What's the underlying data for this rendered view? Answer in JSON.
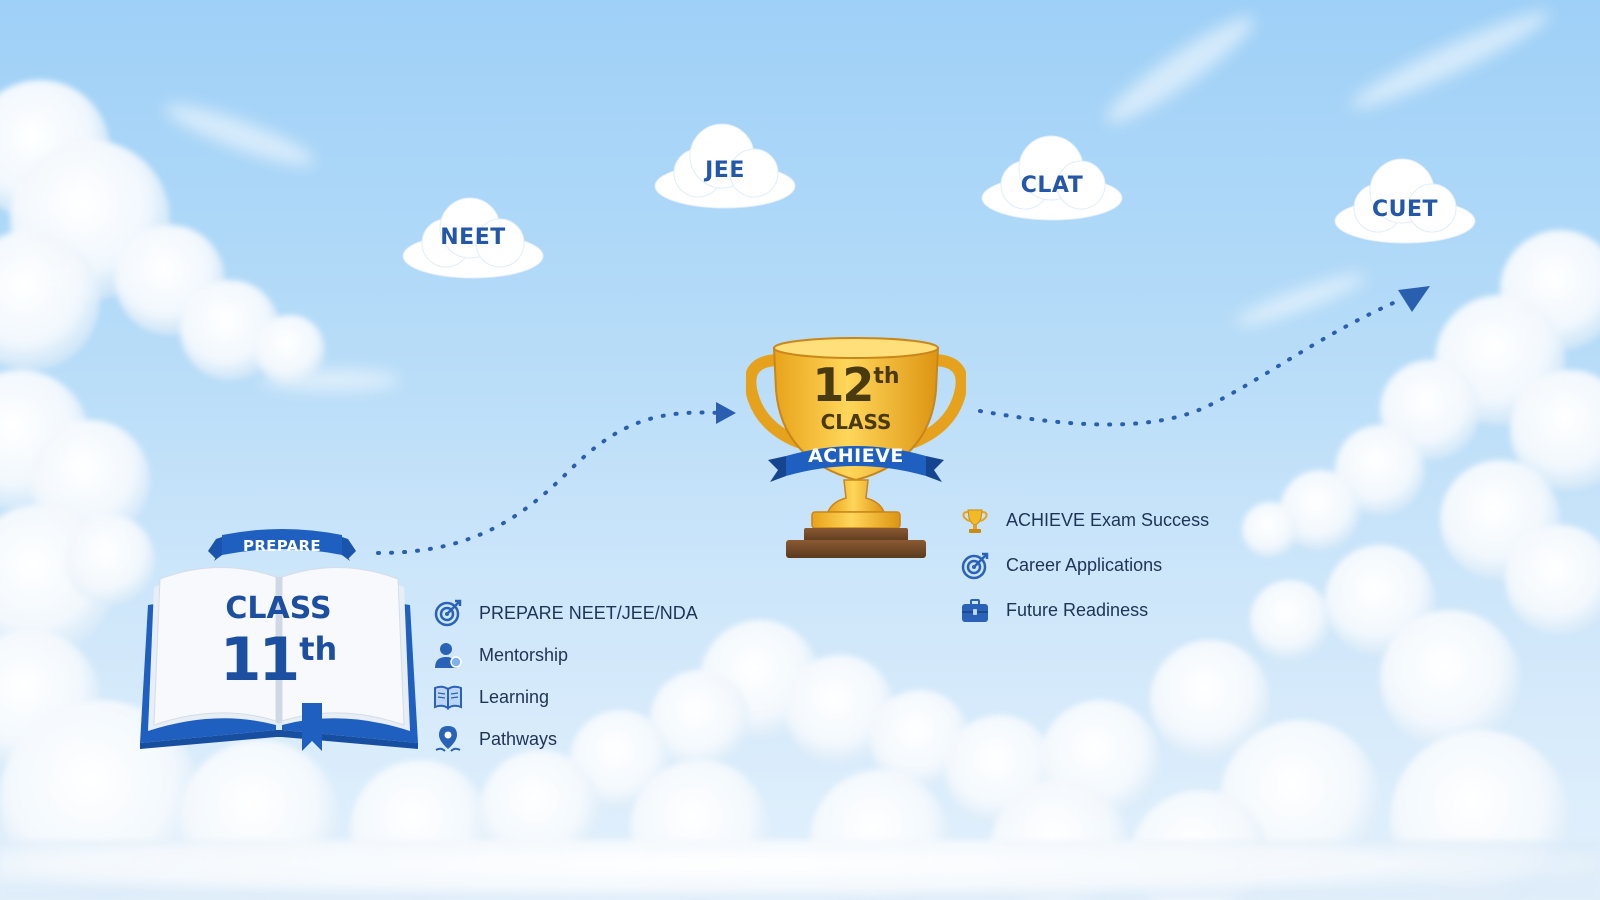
{
  "colors": {
    "brand_blue": "#2457a8",
    "dark_blue": "#1d4fa0",
    "gold": "#f2b928",
    "sky_top": "#9fd0f7",
    "sky_bottom": "#e4f1fc",
    "text": "#1f3357"
  },
  "exam_clouds": [
    "NEET",
    "JEE",
    "CLAT",
    "CUET"
  ],
  "class11": {
    "ribbon": "PREPARE",
    "class_label": "CLASS",
    "number": "11",
    "suffix": "th",
    "icon": "open-book-icon"
  },
  "class12": {
    "number": "12",
    "suffix": "th",
    "class_label": "CLASS",
    "banner": "ACHIEVE",
    "icon": "trophy-icon"
  },
  "prepare_list": [
    {
      "icon": "target-icon",
      "label": "PREPARE NEET/JEE/NDA"
    },
    {
      "icon": "mentor-icon",
      "label": "Mentorship"
    },
    {
      "icon": "book-icon",
      "label": "Learning"
    },
    {
      "icon": "map-pin-icon",
      "label": "Pathways"
    }
  ],
  "achieve_list": [
    {
      "icon": "trophy-icon",
      "label": "ACHIEVE Exam Success"
    },
    {
      "icon": "target-icon",
      "label": "Career Applications"
    },
    {
      "icon": "briefcase-icon",
      "label": "Future Readiness"
    }
  ]
}
